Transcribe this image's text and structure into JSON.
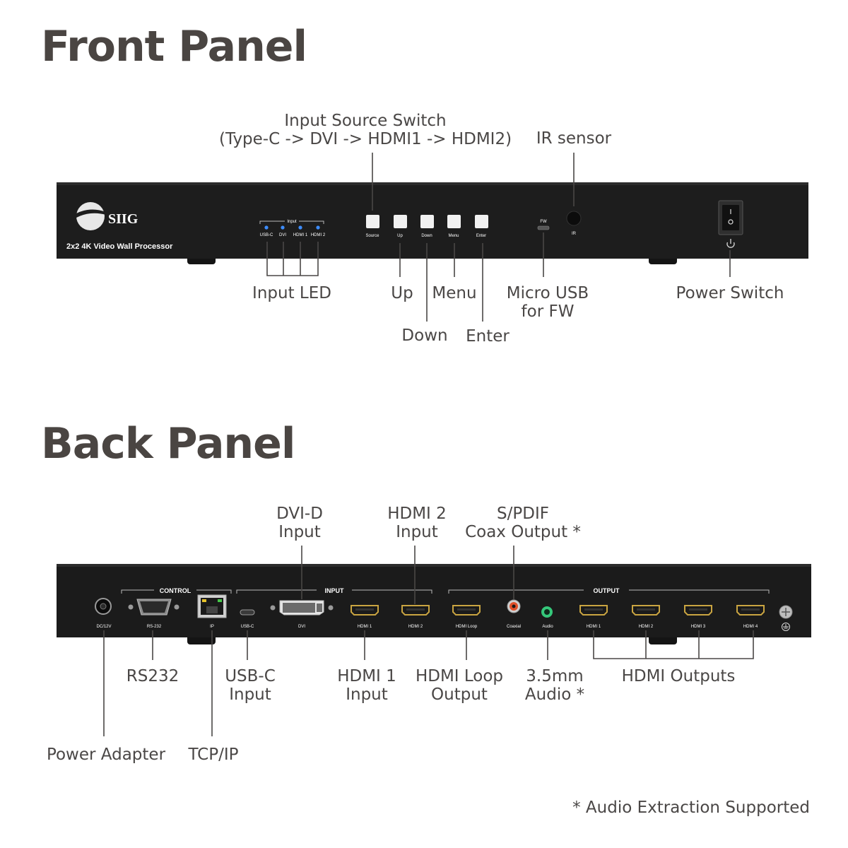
{
  "front": {
    "heading": "Front Panel",
    "device": {
      "brand": "SIIG",
      "model": "2x2 4K Video Wall Processor",
      "input_group_label": "Input",
      "led_labels": [
        "USB-C",
        "DVI",
        "HDMI 1",
        "HDMI 2"
      ],
      "button_labels": [
        "Source",
        "Up",
        "Down",
        "Menu",
        "Enter"
      ],
      "fw_label": "FW",
      "ir_label": "IR"
    },
    "callouts": {
      "input_source_switch": [
        "Input Source Switch",
        "(Type-C -> DVI -> HDMI1 -> HDMI2)"
      ],
      "ir_sensor": [
        "IR sensor"
      ],
      "input_led": [
        "Input LED"
      ],
      "up": [
        "Up"
      ],
      "menu": [
        "Menu"
      ],
      "down": [
        "Down"
      ],
      "enter": [
        "Enter"
      ],
      "micro_usb": [
        "Micro USB",
        "for FW"
      ],
      "power_switch": [
        "Power Switch"
      ]
    }
  },
  "back": {
    "heading": "Back Panel",
    "device": {
      "group_labels": {
        "control": "CONTROL",
        "input": "INPUT",
        "output": "OUTPUT"
      },
      "port_labels": {
        "dc": "DC/12V",
        "rs232": "RS-232",
        "ip": "IP",
        "usbc": "USB-C",
        "dvi": "DVI",
        "hdmi1": "HDMI 1",
        "hdmi2": "HDMI 2",
        "hdmi_loop": "HDMI Loop",
        "coaxial": "Coaxial",
        "audio": "Audio",
        "out1": "HDMI 1",
        "out2": "HDMI 2",
        "out3": "HDMI 3",
        "out4": "HDMI 4"
      }
    },
    "callouts": {
      "dvi_d_input": [
        "DVI-D",
        "Input"
      ],
      "hdmi2_input": [
        "HDMI 2",
        "Input"
      ],
      "spdif": [
        "S/PDIF",
        "Coax Output *"
      ],
      "rs232": [
        "RS232"
      ],
      "usbc_input": [
        "USB-C",
        "Input"
      ],
      "hdmi1_input": [
        "HDMI 1",
        "Input"
      ],
      "hdmi_loop": [
        "HDMI Loop",
        "Output"
      ],
      "audio": [
        "3.5mm",
        "Audio *"
      ],
      "hdmi_outputs": [
        "HDMI Outputs"
      ],
      "power_adapter": [
        "Power Adapter"
      ],
      "tcpip": [
        "TCP/IP"
      ]
    }
  },
  "footnote": "* Audio Extraction Supported",
  "colors": {
    "heading": "#4a4542",
    "text": "#4a4746",
    "device": "#1b1b1b",
    "led": "#3d8dff",
    "coax": "#e0502a",
    "audio_jack": "#35c77a",
    "ip_led_left": "#e6c229",
    "ip_led_right": "#44c747"
  }
}
